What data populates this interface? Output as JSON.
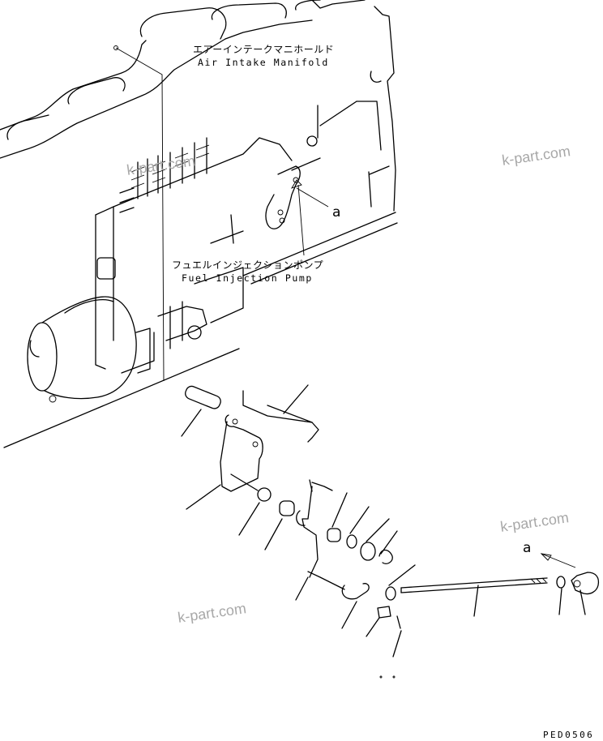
{
  "labels": {
    "manifold_jp": "エアーインテークマニホールド",
    "manifold_en": "Air Intake Manifold",
    "pump_jp": "フュエルインジェクションポンプ",
    "pump_en": "Fuel Injection Pump",
    "view_mark_upper": "a",
    "view_mark_lower": "a"
  },
  "watermark": "k-part.com",
  "drawing_code": "PED0506",
  "colors": {
    "line": "#000000",
    "watermark": "#a8a8a8",
    "background": "#ffffff"
  }
}
